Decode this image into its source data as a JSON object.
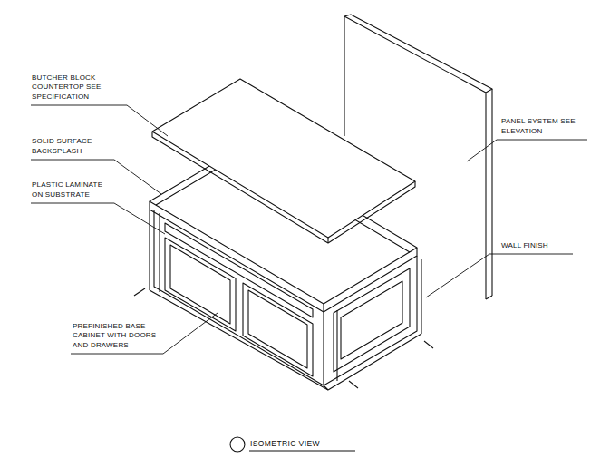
{
  "diagram": {
    "caption": "ISOMETRIC VIEW",
    "labels": [
      "BUTCHER BLOCK COUNTERTOP SEE SPECIFICATION",
      "SOLID SURFACE BACKSPLASH",
      "PLASTIC LAMINATE ON SUBSTRATE",
      "PREFINISHED BASE CABINET WITH DOORS AND DRAWERS",
      "PANEL SYSTEM SEE ELEVATION",
      "WALL FINISH"
    ]
  }
}
